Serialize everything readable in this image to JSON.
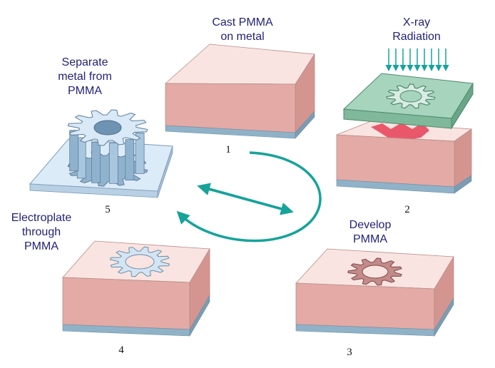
{
  "steps": [
    {
      "number": "1",
      "label_lines": [
        "Cast PMMA",
        "on metal"
      ]
    },
    {
      "number": "2",
      "label_lines": [
        "X-ray",
        "Radiation"
      ]
    },
    {
      "number": "3",
      "label_lines": [
        "Develop",
        "PMMA"
      ]
    },
    {
      "number": "4",
      "label_lines": [
        "Electroplate",
        "through",
        "PMMA"
      ]
    },
    {
      "number": "5",
      "label_lines": [
        "Separate",
        "metal from",
        "PMMA"
      ]
    }
  ],
  "colors": {
    "pmma_top": "#f9e4e1",
    "pmma_side_front": "#e3aaa6",
    "pmma_side_right": "#d49591",
    "metal_base": "#8fb2c8",
    "mask": "#7fb89a",
    "exposed_region": "#e9586a",
    "metal_gear": "#9fbfdc",
    "arrow": "#16a39a",
    "text": "#22227a"
  }
}
